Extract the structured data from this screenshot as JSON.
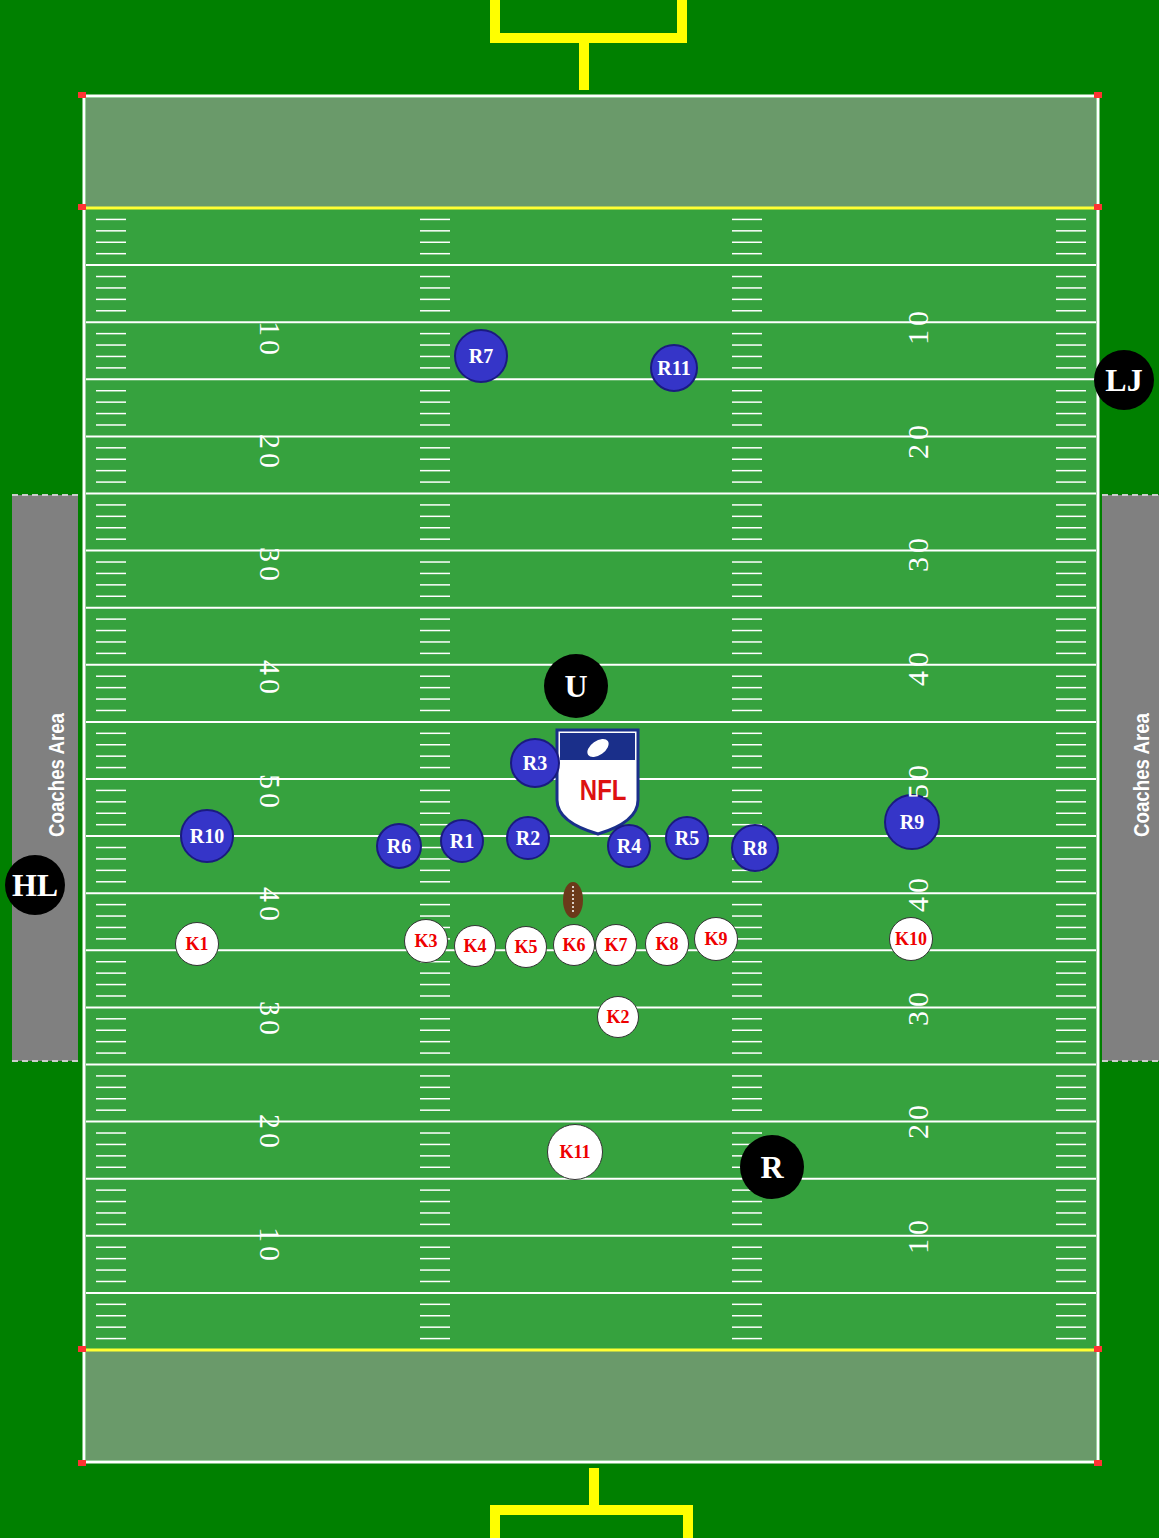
{
  "diagram": {
    "nodes": [
      {
        "text": [
          "R7"
        ]
      },
      {
        "text": [
          "R11"
        ]
      },
      {
        "text": [
          "LJ"
        ]
      },
      {
        "text": [
          "U"
        ]
      },
      {
        "text": [
          "R3"
        ]
      },
      {
        "text": [
          "R9"
        ]
      },
      {
        "text": [
          "R10"
        ]
      },
      {
        "text": [
          "R2"
        ]
      },
      {
        "text": [
          "R1"
        ]
      },
      {
        "text": [
          "R5"
        ]
      },
      {
        "text": [
          "R6"
        ]
      },
      {
        "text": [
          "R4"
        ]
      },
      {
        "text": [
          "R8"
        ]
      },
      {
        "text": [
          "HL"
        ]
      },
      {
        "text": [
          "K9"
        ]
      },
      {
        "text": [
          "K10"
        ]
      },
      {
        "text": [
          "K3"
        ]
      },
      {
        "text": [
          "K1"
        ]
      },
      {
        "text": [
          "K8"
        ]
      },
      {
        "text": [
          "K6"
        ]
      },
      {
        "text": [
          "K7"
        ]
      },
      {
        "text": [
          "K4"
        ]
      },
      {
        "text": [
          "K5"
        ]
      },
      {
        "text": [
          "K2"
        ]
      },
      {
        "text": [
          "K11"
        ]
      },
      {
        "text": [
          "R"
        ]
      }
    ],
    "labels": [
      "10",
      "10",
      "20",
      "20",
      "30",
      "30",
      "40",
      "40",
      "50",
      "50",
      "40",
      "40",
      "30",
      "30",
      "20",
      "20",
      "10",
      "10",
      "Coaches Area",
      "Coaches Area",
      "NFL"
    ]
  }
}
